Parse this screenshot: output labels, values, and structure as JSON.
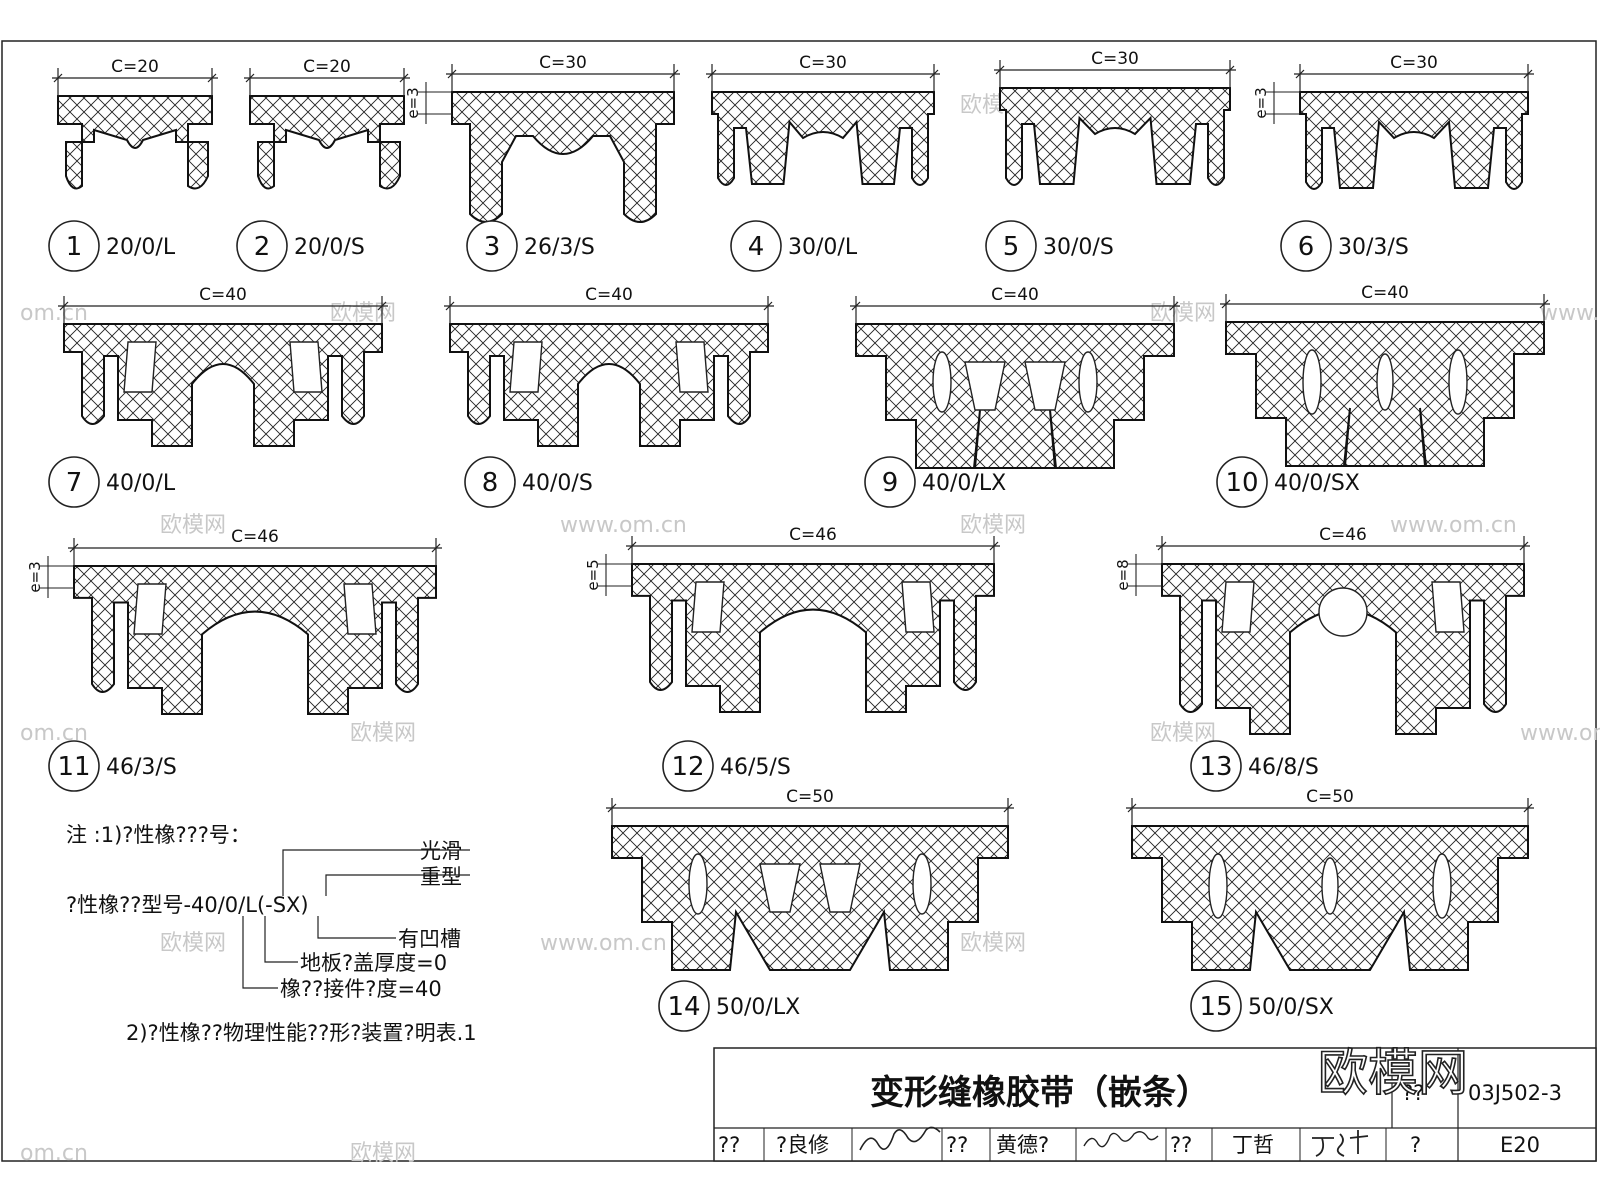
{
  "sheet": {
    "title": "变形缝橡胶带（嵌条）",
    "drawing_no": "03J502-3",
    "page": "E20",
    "logo": "欧模网"
  },
  "title_block": {
    "cells": [
      "??",
      "?良修",
      "??",
      "黄德?",
      "??",
      "丁哲",
      "?"
    ],
    "top_left_small": "??"
  },
  "profiles": [
    {
      "num": "1",
      "code": "20/0/L",
      "dim": "C=20"
    },
    {
      "num": "2",
      "code": "20/0/S",
      "dim": "C=20"
    },
    {
      "num": "3",
      "code": "26/3/S",
      "dim": "C=30",
      "e": "e=3"
    },
    {
      "num": "4",
      "code": "30/0/L",
      "dim": "C=30"
    },
    {
      "num": "5",
      "code": "30/0/S",
      "dim": "C=30"
    },
    {
      "num": "6",
      "code": "30/3/S",
      "dim": "C=30",
      "e": "e=3"
    },
    {
      "num": "7",
      "code": "40/0/L",
      "dim": "C=40"
    },
    {
      "num": "8",
      "code": "40/0/S",
      "dim": "C=40"
    },
    {
      "num": "9",
      "code": "40/0/LX",
      "dim": "C=40"
    },
    {
      "num": "10",
      "code": "40/0/SX",
      "dim": "C=40"
    },
    {
      "num": "11",
      "code": "46/3/S",
      "dim": "C=46",
      "e": "e=3"
    },
    {
      "num": "12",
      "code": "46/5/S",
      "dim": "C=46",
      "e": "e=5"
    },
    {
      "num": "13",
      "code": "46/8/S",
      "dim": "C=46",
      "e": "e=8"
    },
    {
      "num": "14",
      "code": "50/0/LX",
      "dim": "C=50"
    },
    {
      "num": "15",
      "code": "50/0/SX",
      "dim": "C=50"
    }
  ],
  "notes": {
    "line1": "注 :1)?性橡???号：",
    "model": "?性橡??型号-40/0/L(-SX)",
    "smooth": "光滑",
    "heavy": "重型",
    "groove": "有凹槽",
    "cover": "地板?盖厚度=0",
    "width": "橡??接件?度=40",
    "line2": "2)?性橡??物理性能??形?装置?明表.1"
  },
  "watermarks": [
    "欧模网",
    "www.om.cn",
    "om.cn"
  ]
}
